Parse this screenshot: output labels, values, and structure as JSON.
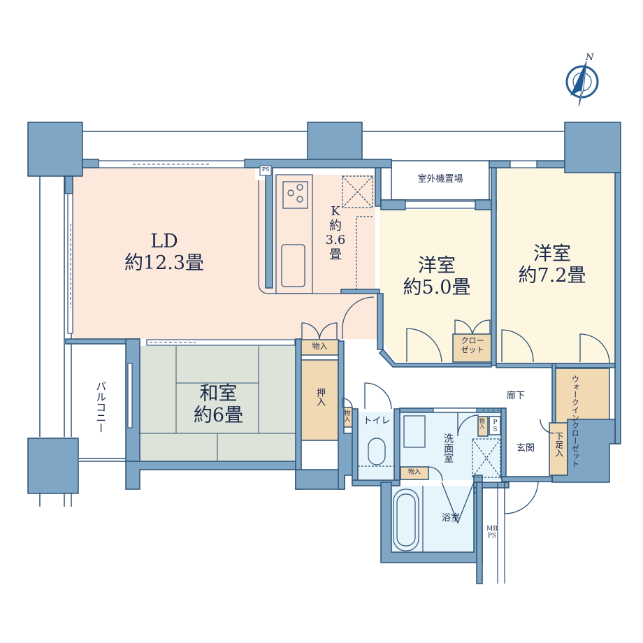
{
  "colors": {
    "wall": "#7fa6c4",
    "wall_line": "#2e5274",
    "living": "#fde9dc",
    "bedroom": "#fdf6e1",
    "tatami": "#dde3d9",
    "storage": "#f1d9b4",
    "wet": "#e6f4fb",
    "outdoor": "#ffffff",
    "text": "#1b2a4a"
  },
  "compass": {
    "label": "N"
  },
  "rooms": {
    "ld": {
      "name": "LD",
      "size": "約12.3畳"
    },
    "kitchen": {
      "name": "K",
      "size_line1": "約",
      "size_line2": "3.6",
      "size_line3": "畳"
    },
    "bedroom1": {
      "name": "洋室",
      "size": "約5.0畳"
    },
    "bedroom2": {
      "name": "洋室",
      "size": "約7.2畳"
    },
    "washitsu": {
      "name": "和室",
      "size": "約6畳"
    },
    "balcony": {
      "name": "バルコニー"
    },
    "ac_unit": {
      "name": "室外機置場"
    },
    "closet": {
      "line1": "クロー",
      "line2": "ゼット"
    },
    "walkin": {
      "name": "ウォークインクローゼット"
    },
    "oshiire": {
      "name": "押入"
    },
    "storage1": {
      "name": "物入"
    },
    "storage2": {
      "name": "物入"
    },
    "storage3": {
      "name": "物入"
    },
    "storage4": {
      "name": "物入"
    },
    "toilet": {
      "name": "トイレ"
    },
    "washroom": {
      "name": "洗面室"
    },
    "bath": {
      "name": "浴室"
    },
    "hallway": {
      "name": "廊下"
    },
    "entrance": {
      "name": "玄関"
    },
    "shoe_box": {
      "name": "下足入"
    },
    "ps1": {
      "name": "PS"
    },
    "ps2": {
      "name": "PS"
    },
    "mbps": {
      "line1": "MB",
      "line2": "PS"
    }
  }
}
